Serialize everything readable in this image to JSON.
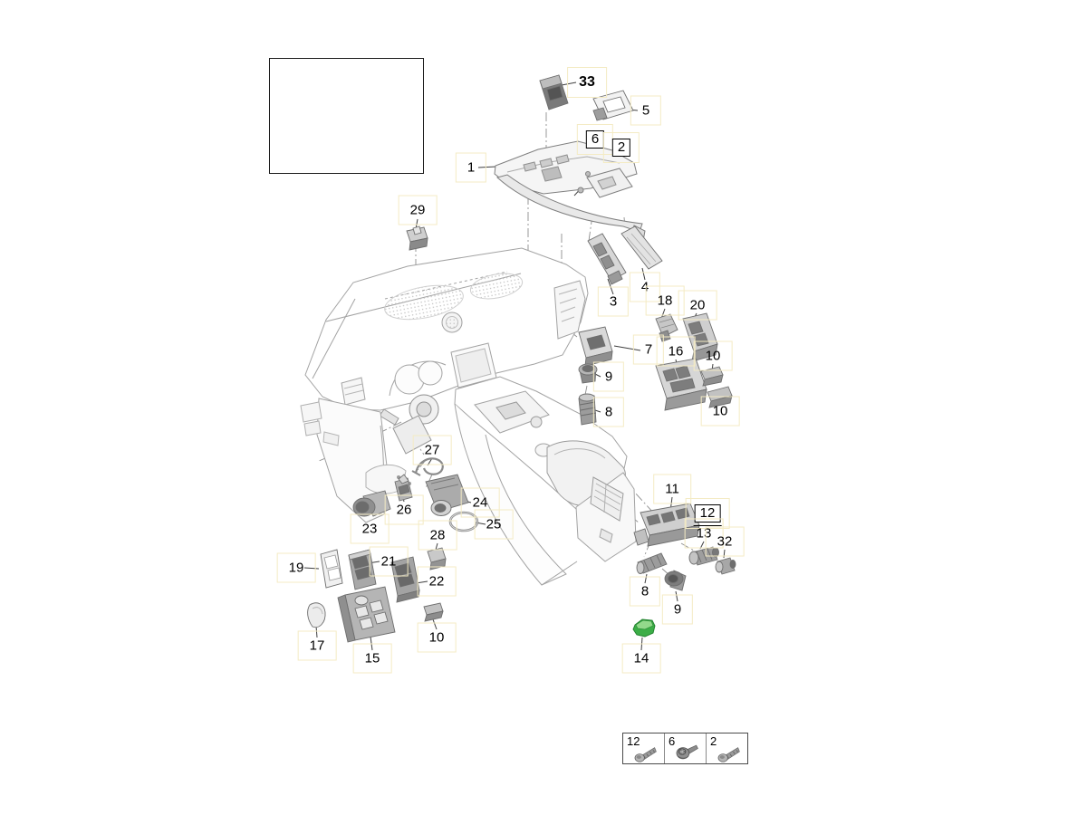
{
  "diagram": {
    "kind": "exploded-parts-diagram",
    "highlight": {
      "part_label": "14",
      "color": "#3cae47"
    }
  },
  "colors": {
    "part_highlight_green": "#3cae47",
    "part_highlight_green_dark": "#1f7f2c",
    "hotspot_outline": "#f4ebc4",
    "label_text": "#000000",
    "line_art": "#a3a3a3",
    "leader_line": "#3f3f3f"
  },
  "callouts": {
    "n1": {
      "label": "1"
    },
    "n2": {
      "label": "2"
    },
    "n3": {
      "label": "3"
    },
    "n4": {
      "label": "4"
    },
    "n5": {
      "label": "5"
    },
    "n6": {
      "label": "6"
    },
    "n7": {
      "label": "7"
    },
    "n8a": {
      "label": "8"
    },
    "n8b": {
      "label": "8"
    },
    "n9a": {
      "label": "9"
    },
    "n9b": {
      "label": "9"
    },
    "n10a": {
      "label": "10"
    },
    "n10b": {
      "label": "10"
    },
    "n10c": {
      "label": "10"
    },
    "n11": {
      "label": "11"
    },
    "n12": {
      "label": "12"
    },
    "n13": {
      "label": "13"
    },
    "n14": {
      "label": "14"
    },
    "n15": {
      "label": "15"
    },
    "n16": {
      "label": "16"
    },
    "n17": {
      "label": "17"
    },
    "n18": {
      "label": "18"
    },
    "n19": {
      "label": "19"
    },
    "n20": {
      "label": "20"
    },
    "n21": {
      "label": "21"
    },
    "n22": {
      "label": "22"
    },
    "n23": {
      "label": "23"
    },
    "n24": {
      "label": "24"
    },
    "n25": {
      "label": "25"
    },
    "n26": {
      "label": "26"
    },
    "n27": {
      "label": "27"
    },
    "n28": {
      "label": "28"
    },
    "n29": {
      "label": "29"
    },
    "n32": {
      "label": "32"
    },
    "n33": {
      "label": "33"
    }
  },
  "legend": {
    "cells": [
      {
        "label": "12",
        "icon": "screw-pan-icon"
      },
      {
        "label": "6",
        "icon": "screw-torx-icon"
      },
      {
        "label": "2",
        "icon": "screw-pan-icon"
      }
    ]
  }
}
